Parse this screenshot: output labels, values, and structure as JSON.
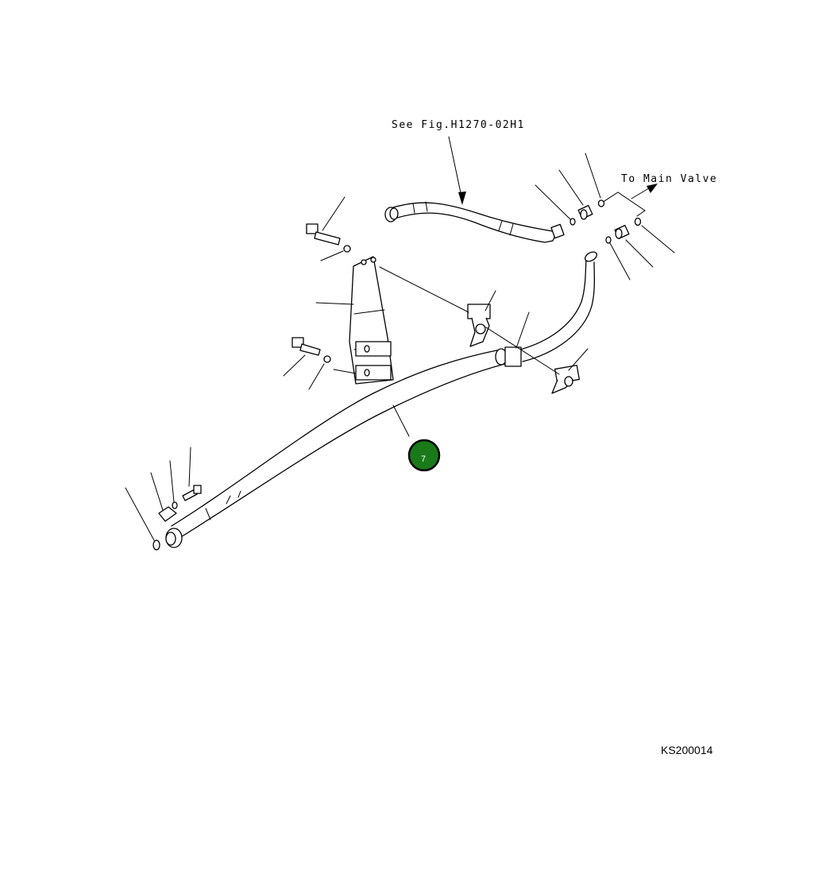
{
  "labels": {
    "see_fig": "See Fig.H1270-02H1",
    "to_main_valve": "To Main Valve",
    "drawing_code": "KS200014"
  },
  "callouts": [
    {
      "id": "7",
      "color": "#1a7a1a"
    }
  ]
}
